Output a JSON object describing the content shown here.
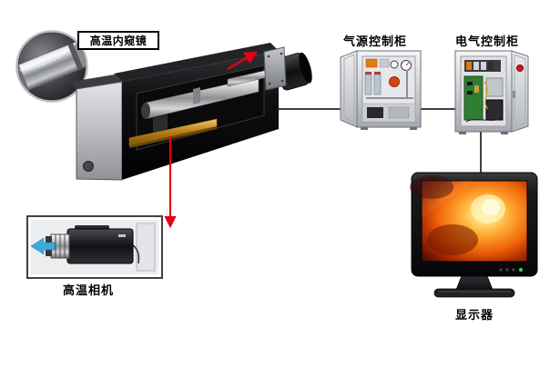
{
  "labels": {
    "endoscope": "高温内窥镜",
    "air_cabinet": "气源控制柜",
    "electric_cabinet": "电气控制柜",
    "camera": "高温相机",
    "monitor": "显示器"
  },
  "colors": {
    "background": "#ffffff",
    "connector": "#000000",
    "pointer_red": "#e60012",
    "arrow_blue": "#3fa8dc",
    "furnace_glow": "#ff9e2e",
    "pcb_green": "#2f7d33",
    "rail_gold": "#b67b14"
  }
}
